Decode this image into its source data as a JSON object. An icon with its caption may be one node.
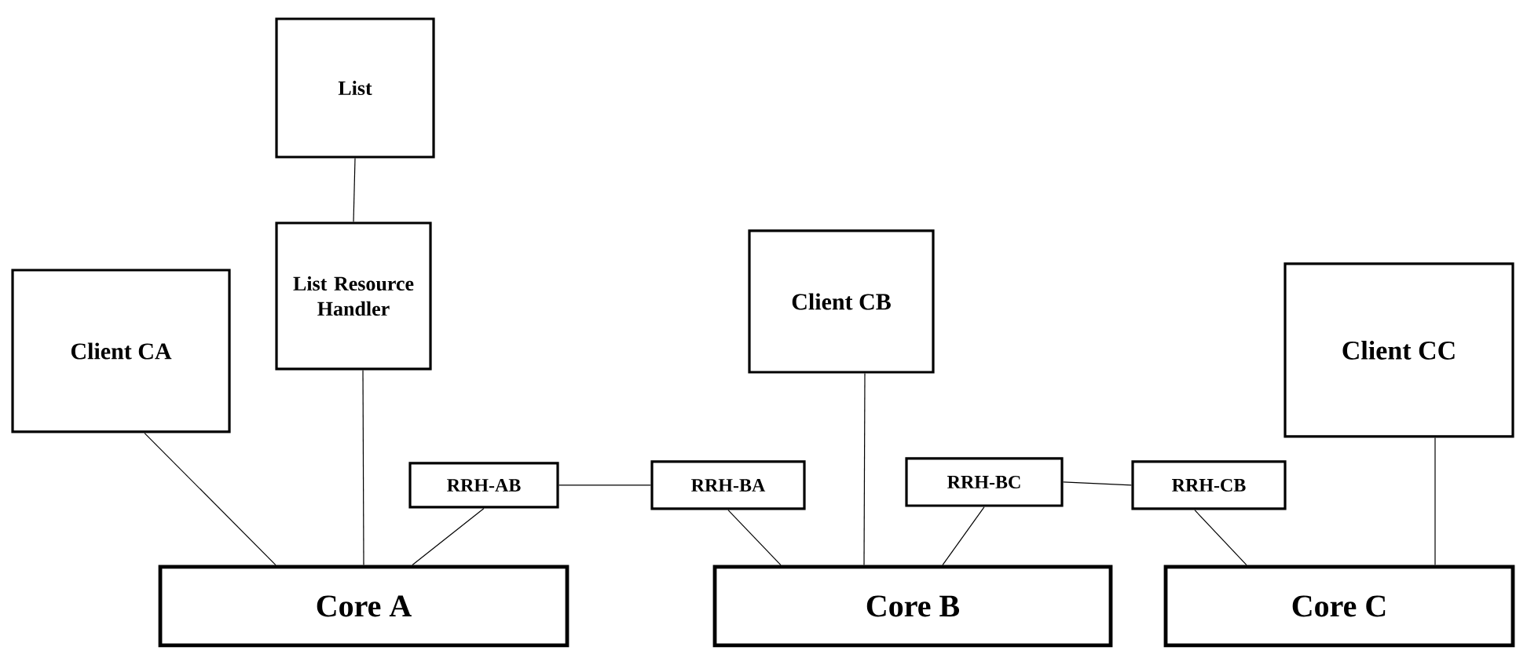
{
  "diagram": {
    "nodes": [
      {
        "text": [
          "List"
        ]
      },
      {
        "text": [
          "List Resource Handler"
        ]
      },
      {
        "text": [
          "Client CA"
        ]
      },
      {
        "text": [
          "Client CB"
        ]
      },
      {
        "text": [
          "Client CC"
        ]
      },
      {
        "text": [
          "RRH-AB"
        ]
      },
      {
        "text": [
          "RRH-BA"
        ]
      },
      {
        "text": [
          "RRH-BC"
        ]
      },
      {
        "text": [
          "RRH-CB"
        ]
      },
      {
        "text": [
          "Core A"
        ]
      },
      {
        "text": [
          "Core B"
        ]
      },
      {
        "text": [
          "Core C"
        ]
      }
    ],
    "edges": [
      {
        "from": 0,
        "to": 1,
        "arrow": "none"
      },
      {
        "from": 1,
        "to": 9,
        "arrow": "none"
      },
      {
        "from": 2,
        "to": 9,
        "arrow": "none"
      },
      {
        "from": 5,
        "to": 9,
        "arrow": "none"
      },
      {
        "from": 5,
        "to": 6,
        "arrow": "none"
      },
      {
        "from": 6,
        "to": 10,
        "arrow": "none"
      },
      {
        "from": 3,
        "to": 10,
        "arrow": "none"
      },
      {
        "from": 7,
        "to": 10,
        "arrow": "none"
      },
      {
        "from": 7,
        "to": 8,
        "arrow": "none"
      },
      {
        "from": 8,
        "to": 11,
        "arrow": "none"
      },
      {
        "from": 4,
        "to": 11,
        "arrow": "none"
      }
    ]
  }
}
